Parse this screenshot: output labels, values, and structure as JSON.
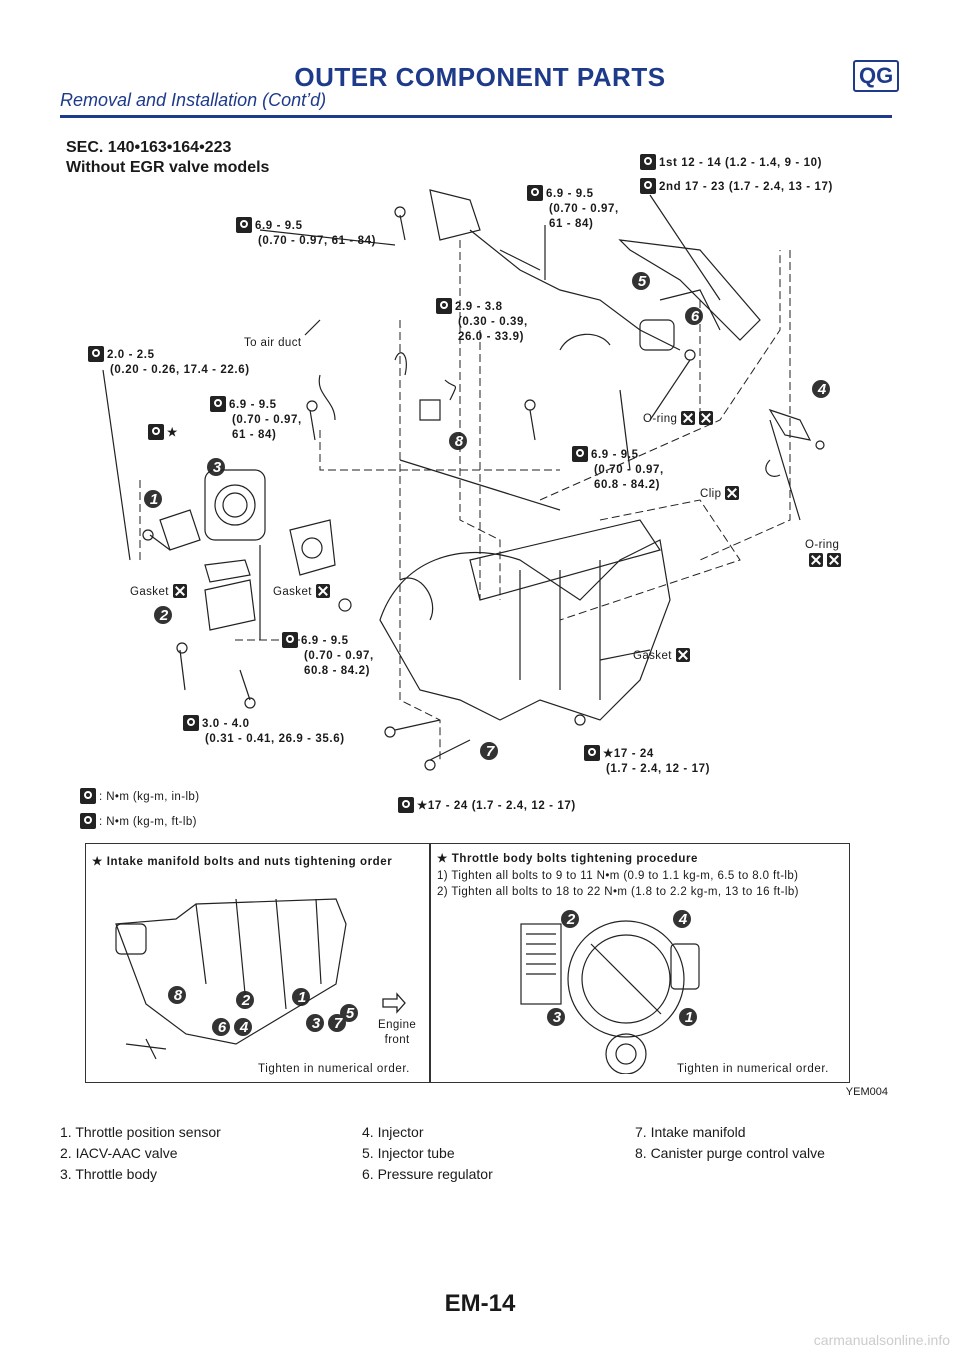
{
  "header": {
    "title": "OUTER COMPONENT PARTS",
    "badge": "QG",
    "subtitle": "Removal and Installation (Cont’d)"
  },
  "section": {
    "code": "SEC. 140•163•164•223",
    "variant": "Without EGR valve models"
  },
  "torques": {
    "t1": "6.9 - 9.5",
    "t1b": "(0.70 - 0.97, 61 - 84)",
    "t2": "6.9 - 9.5",
    "t2b": "(0.70 - 0.97,",
    "t2c": "61 - 84)",
    "fuel_1st": "1st 12 - 14 (1.2 - 1.4, 9 - 10)",
    "fuel_2nd": "2nd 17 - 23 (1.7 - 2.4, 13 - 17)",
    "t3": "2.9 - 3.8",
    "t3b": "(0.30 - 0.39,",
    "t3c": "26.0 - 33.9)",
    "t4": "2.0 - 2.5",
    "t4b": "(0.20 - 0.26, 17.4 - 22.6)",
    "t5": "6.9 - 9.5",
    "t5b": "(0.70 - 0.97,",
    "t5c": "61 - 84)",
    "t6": "6.9 - 9.5",
    "t6b": "(0.70 - 0.97,",
    "t6c": "60.8 - 84.2)",
    "t7": "6.9 - 9.5",
    "t7b": "(0.70 - 0.97,",
    "t7c": "60.8 - 84.2)",
    "t8": "3.0 - 4.0",
    "t8b": "(0.31 - 0.41, 26.9 - 35.6)",
    "t9": "17 - 24",
    "t9b": "(1.7 - 2.4, 12 - 17)",
    "t10": "17 - 24 (1.7 - 2.4, 12 - 17)"
  },
  "labels": {
    "air_duct": "To air duct",
    "oring": "O-ring",
    "clip": "Clip",
    "gasket": "Gasket",
    "star": "★"
  },
  "legend_units": {
    "nm_inlb": ": N•m (kg-m, in-lb)",
    "nm_ftlb": ": N•m (kg-m, ft-lb)"
  },
  "inset_left": {
    "title": "★ Intake manifold bolts and nuts tightening order",
    "engine_front": "Engine",
    "engine_front2": "front",
    "footer": "Tighten in numerical order."
  },
  "inset_right": {
    "title": "★ Throttle body bolts tightening procedure",
    "step1": "1) Tighten all bolts to 9 to 11 N•m (0.9 to 1.1 kg-m, 6.5 to 8.0 ft-lb)",
    "step2": "2) Tighten all bolts to 18 to 22 N•m (1.8 to 2.2 kg-m, 13 to 16 ft-lb)",
    "footer": "Tighten in numerical order."
  },
  "figure_code": "YEM004",
  "parts": [
    "1. Throttle position sensor",
    "2. IACV-AAC valve",
    "3. Throttle body",
    "4. Injector",
    "5. Injector tube",
    "6. Pressure regulator",
    "7. Intake manifold",
    "8. Canister purge control valve"
  ],
  "badges": [
    "1",
    "2",
    "3",
    "4",
    "5",
    "6",
    "7",
    "8"
  ],
  "page_number": "EM-14",
  "watermark": "carmanualsonline.info"
}
